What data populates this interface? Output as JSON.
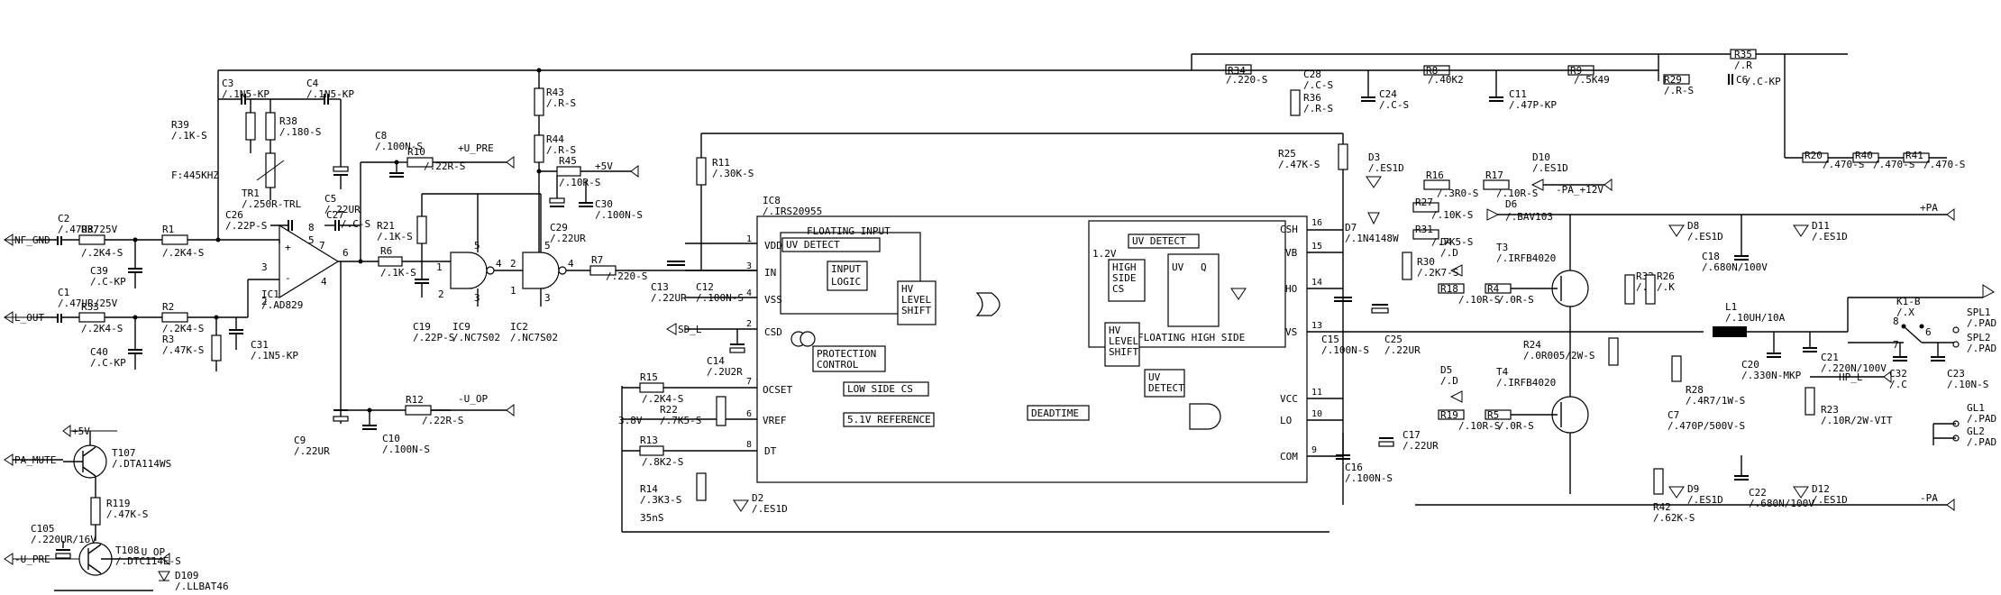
{
  "components": {
    "C3": [
      "C3",
      "/.1N5-KP"
    ],
    "C4": [
      "C4",
      "/.1N5-KP"
    ],
    "R39": [
      "R39",
      "/.1K-S"
    ],
    "R38": [
      "R38",
      "/.180-S"
    ],
    "F": [
      "F:445KHZ"
    ],
    "TR1": [
      "TR1",
      "/.250R-TRL"
    ],
    "C5": [
      "C5",
      "/.22UR"
    ],
    "C8": [
      "C8",
      "/.100N-S"
    ],
    "R10": [
      "R10",
      "/.22R-S"
    ],
    "C26": [
      "C26",
      "/.22P-S"
    ],
    "C27": [
      "C27",
      "/.C-S"
    ],
    "R21": [
      "R21",
      "/.1K-S"
    ],
    "R6": [
      "R6",
      "/.1K-S"
    ],
    "C2": [
      "C2",
      "/.47UR/25V"
    ],
    "R37": [
      "R37",
      "/.2K4-S"
    ],
    "R1": [
      "R1",
      "/.2K4-S"
    ],
    "C39": [
      "C39",
      "/.C-KP"
    ],
    "C1": [
      "C1",
      "/.47UR/25V"
    ],
    "R33": [
      "R33",
      "/.2K4-S"
    ],
    "R2": [
      "R2",
      "/.2K4-S"
    ],
    "C40": [
      "C40",
      "/.C-KP"
    ],
    "R3": [
      "R3",
      "/.47K-S"
    ],
    "C31": [
      "C31",
      "/.1N5-KP"
    ],
    "IC1": [
      "IC1",
      "/.AD829"
    ],
    "C9": [
      "C9",
      "/.22UR"
    ],
    "C10": [
      "C10",
      "/.100N-S"
    ],
    "R12": [
      "R12",
      "/.22R-S"
    ],
    "C19": [
      "C19",
      "/.22P-S"
    ],
    "IC9": [
      "IC9",
      "/.NC7S02"
    ],
    "IC2": [
      "IC2",
      "/.NC7S02"
    ],
    "R43": [
      "R43",
      "/.R-S"
    ],
    "R44": [
      "R44",
      "/.R-S"
    ],
    "R45": [
      "R45",
      "/.10R-S"
    ],
    "C29": [
      "C29",
      "/.22UR"
    ],
    "C30": [
      "C30",
      "/.100N-S"
    ],
    "R7": [
      "R7",
      "/.220-S"
    ],
    "R11": [
      "R11",
      "/.30K-S"
    ],
    "C13": [
      "C13",
      "/.22UR"
    ],
    "C12": [
      "C12",
      "/.100N-S"
    ],
    "C14": [
      "C14",
      "/.2U2R"
    ],
    "IC8": [
      "IC8",
      "/.IRS20955"
    ],
    "R15": [
      "R15",
      "/.2K4-S"
    ],
    "R22": [
      "R22",
      "/.7K5-S"
    ],
    "R13": [
      "R13",
      "/.8K2-S"
    ],
    "R14": [
      "R14",
      "/.3K3-S"
    ],
    "D2": [
      "D2",
      "/.ES1D"
    ],
    "T107": [
      "T107",
      "/.DTA114WS"
    ],
    "R119": [
      "R119",
      "/.47K-S"
    ],
    "C105": [
      "C105",
      "/.220UR/16V"
    ],
    "T108": [
      "T108",
      "/.DTC114E-S"
    ],
    "D109": [
      "D109",
      "/.LLBAT46"
    ],
    "R34": [
      "R34",
      "/.220-S"
    ],
    "C28": [
      "C28",
      "/.C-S"
    ],
    "R36": [
      "R36",
      "/.R-S"
    ],
    "C24": [
      "C24",
      "/.C-S"
    ],
    "R8": [
      "R8",
      "/.40K2"
    ],
    "C11": [
      "C11",
      "/.47P-KP"
    ],
    "R9": [
      "R9",
      "/.5K49"
    ],
    "R35": [
      "R35",
      "/.R"
    ],
    "R29": [
      "R29",
      "/.R-S"
    ],
    "C6": [
      "C6",
      "/.C-KP"
    ],
    "R25": [
      "R25",
      "/.47K-S"
    ],
    "D3": [
      "D3",
      "/.ES1D"
    ],
    "R16": [
      "R16",
      "/.3R0-S"
    ],
    "R27": [
      "R27",
      "/.10K-S"
    ],
    "D7": [
      "D7",
      "/.1N4148W"
    ],
    "R31": [
      "R31",
      "/.7K5-S"
    ],
    "R30": [
      "R30",
      "/.2K7-S"
    ],
    "R17": [
      "R17",
      "/.10R-S"
    ],
    "D10": [
      "D10",
      "/.ES1D"
    ],
    "D6": [
      "D6",
      "/.BAV103"
    ],
    "D4": [
      "D4",
      "/.D"
    ],
    "T3": [
      "T3",
      "/.IRFB4020"
    ],
    "R18": [
      "R18",
      "/.10R-S"
    ],
    "R4": [
      "R4",
      "/.0R-S"
    ],
    "C15": [
      "C15",
      "/.100N-S"
    ],
    "C25": [
      "C25",
      "/.22UR"
    ],
    "R24": [
      "R24",
      "/.0R005/2W-S"
    ],
    "D5": [
      "D5",
      "/.D"
    ],
    "T4": [
      "T4",
      "/.IRFB4020"
    ],
    "R19": [
      "R19",
      "/.10R-S"
    ],
    "R5": [
      "R5",
      "/.0R-S"
    ],
    "C16": [
      "C16",
      "/.100N-S"
    ],
    "C17": [
      "C17",
      "/.22UR"
    ],
    "R32": [
      "R32",
      "/.K"
    ],
    "R26": [
      "R26",
      "/.K"
    ],
    "D8": [
      "D8",
      "/.ES1D"
    ],
    "C18": [
      "C18",
      "/.680N/100V"
    ],
    "D9": [
      "D9",
      "/.ES1D"
    ],
    "R28": [
      "R28",
      "/.4R7/1W-S"
    ],
    "C7": [
      "C7",
      "/.470P/500V-S"
    ],
    "R42": [
      "R42",
      "/.62K-S"
    ],
    "C22": [
      "C22",
      "/.680N/100V"
    ],
    "L1": [
      "L1",
      "/.10UH/10A"
    ],
    "C20": [
      "C20",
      "/.330N-MKP"
    ],
    "C21": [
      "C21",
      "/.220N/100V"
    ],
    "R23": [
      "R23",
      "/.10R/2W-VIT"
    ],
    "C32": [
      "C32",
      "/.C"
    ],
    "C23": [
      "C23",
      "/.10N-S"
    ],
    "R20": [
      "R20",
      "/.470-S"
    ],
    "R40": [
      "R40",
      "/.470-S"
    ],
    "R41": [
      "R41",
      "/.470-S"
    ],
    "D11": [
      "D11",
      "/.ES1D"
    ],
    "D12": [
      "D12",
      "/.ES1D"
    ],
    "K1B": [
      "K1-B",
      "/.X"
    ]
  },
  "nets": {
    "nf_gnd": "NF_GND",
    "l_out": "L_OUT",
    "pa_mute": "PA_MUTE",
    "u_pre_bottom": "-U_PRE",
    "u_op_bottom": "-U_OP",
    "plus5v_t107": "+5V",
    "plus5v": "+5V",
    "plus_u_pre": "+U_PRE",
    "minus_u_op": "-U_OP",
    "sd_l": "SD_L",
    "plus_pa_12v": "-PA_+12V",
    "plus_pa": "+PA",
    "minus_pa": "-PA",
    "hp_l": "HP_L"
  },
  "connectors": {
    "spl1": [
      "SPL1",
      "/.PAD"
    ],
    "spl2": [
      "SPL2",
      "/.PAD"
    ],
    "gl1": [
      "GL1",
      "/.PAD"
    ],
    "gl2": [
      "GL2",
      "/.PAD"
    ]
  },
  "ic8": {
    "floating_input": "FLOATING INPUT",
    "uv_detect_1": "UV DETECT",
    "input_logic_1": "INPUT",
    "input_logic_2": "LOGIC",
    "hv_level_shift_1": [
      "HV",
      "LEVEL",
      "SHIFT"
    ],
    "protection_1": "PROTECTION",
    "protection_2": "CONTROL",
    "low_side_cs": "LOW SIDE CS",
    "vref_label": "5.1V REFERENCE",
    "deadtime": "DEADTIME",
    "uv_detect_2": "UV DETECT",
    "high_side_cs": [
      "HIGH",
      "SIDE",
      "CS"
    ],
    "hv_level_shift_2": [
      "HV",
      "LEVEL",
      "SHIFT"
    ],
    "uv_detect_low": [
      "UV",
      "DETECT"
    ],
    "uv": "UV",
    "q": "Q",
    "v12": "1.2V",
    "floating_high_side": "FLOATING HIGH SIDE",
    "pins_left": [
      {
        "name": "VDD",
        "num": "1"
      },
      {
        "name": "IN",
        "num": "3"
      },
      {
        "name": "VSS",
        "num": "4"
      },
      {
        "name": "CSD",
        "num": "2"
      },
      {
        "name": "OCSET",
        "num": "7"
      },
      {
        "name": "VREF",
        "num": "6"
      },
      {
        "name": "DT",
        "num": "8"
      }
    ],
    "pins_right": [
      {
        "name": "CSH",
        "num": "16"
      },
      {
        "name": "VB",
        "num": "15"
      },
      {
        "name": "HO",
        "num": "14"
      },
      {
        "name": "VS",
        "num": "13"
      },
      {
        "name": "VCC",
        "num": "11"
      },
      {
        "name": "LO",
        "num": "10"
      },
      {
        "name": "COM",
        "num": "9"
      }
    ]
  },
  "notes": {
    "v38": "3.8V",
    "t35": "35nS"
  },
  "pin_numbers": [
    "8",
    "5",
    "7",
    "3",
    "2",
    "4",
    "6",
    "1",
    "5",
    "4",
    "3",
    "2",
    "1",
    "5",
    "4",
    "3",
    "2",
    "1",
    "4",
    "5",
    "6",
    "7",
    "8"
  ]
}
